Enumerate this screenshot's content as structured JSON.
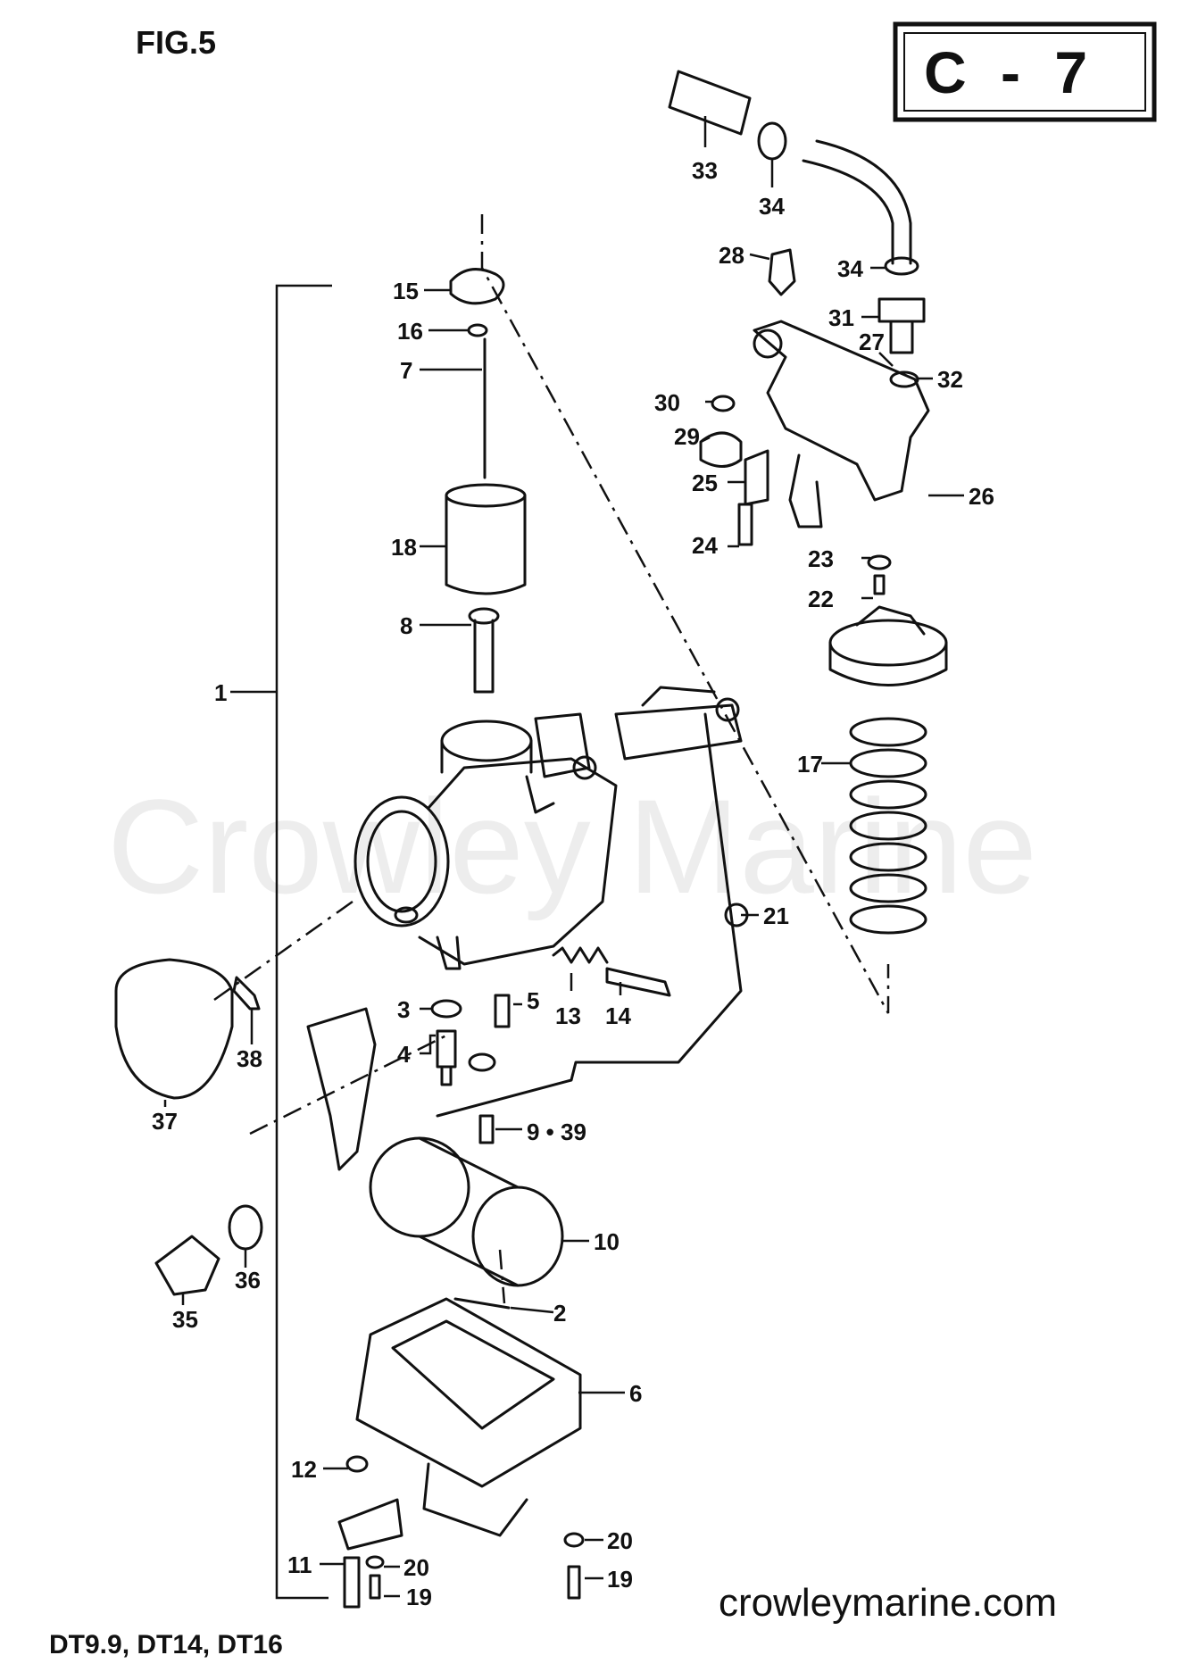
{
  "header": {
    "figure": "FIG.5",
    "code": "C - 7"
  },
  "watermark": "Crowley Marine",
  "footer": {
    "models": "DT9.9, DT14, DT16",
    "website": "crowleymarine.com"
  },
  "callouts": {
    "c1": "1",
    "c2": "2",
    "c3": "3",
    "c4": "4",
    "c5": "5",
    "c6": "6",
    "c7": "7",
    "c8": "8",
    "c9_39": "9 • 39",
    "c10": "10",
    "c11": "11",
    "c12": "12",
    "c13": "13",
    "c14": "14",
    "c15": "15",
    "c16": "16",
    "c17": "17",
    "c18": "18",
    "c19a": "19",
    "c19b": "19",
    "c20a": "20",
    "c20b": "20",
    "c21": "21",
    "c22": "22",
    "c23": "23",
    "c24": "24",
    "c25": "25",
    "c26": "26",
    "c27": "27",
    "c28": "28",
    "c29": "29",
    "c30": "30",
    "c31": "31",
    "c32": "32",
    "c33": "33",
    "c34a": "34",
    "c34b": "34",
    "c35": "35",
    "c36": "36",
    "c37": "37",
    "c38": "38"
  }
}
